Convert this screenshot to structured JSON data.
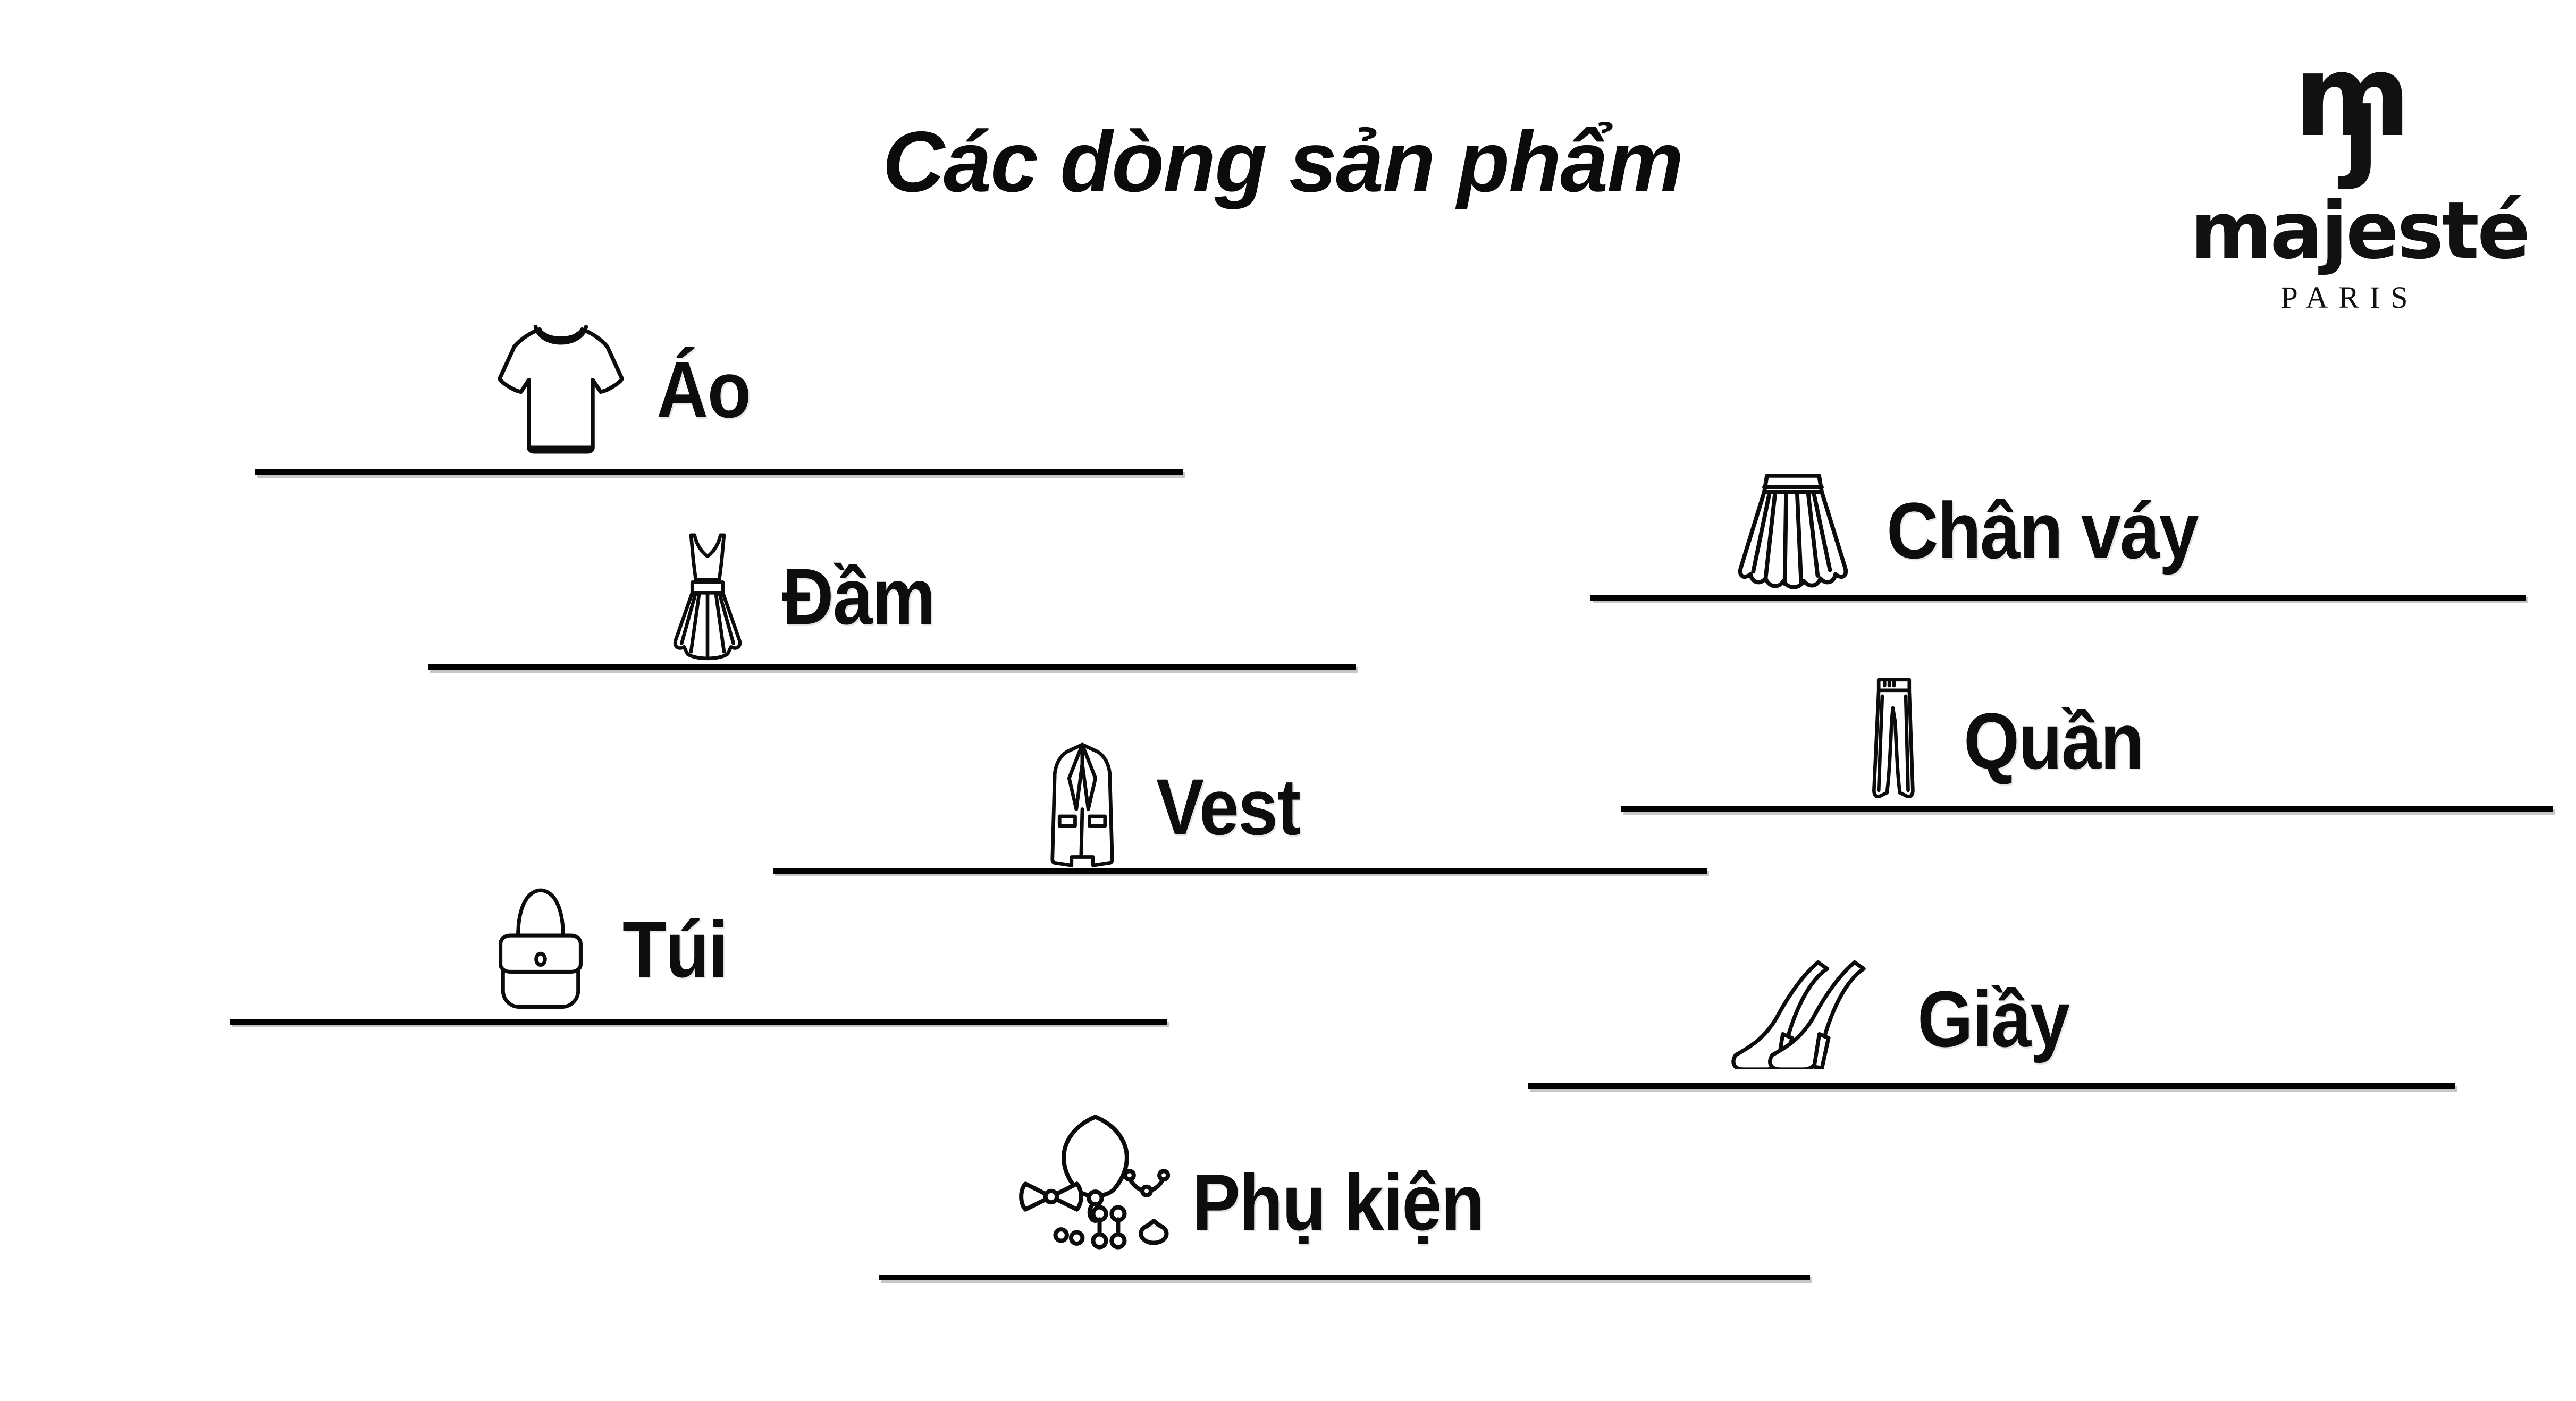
{
  "page": {
    "title": "Các dòng sản phẩm",
    "background_color": "#ffffff",
    "ink_color": "#000000"
  },
  "logo": {
    "monogram": "mj",
    "monogram_icon": "majeste-monogram-icon",
    "brand": "majesté",
    "city": "PARIS"
  },
  "categories": [
    {
      "label": "Áo",
      "icon": "tshirt-icon"
    },
    {
      "label": "Đầm",
      "icon": "dress-icon"
    },
    {
      "label": "Vest",
      "icon": "blazer-icon"
    },
    {
      "label": "Túi",
      "icon": "handbag-icon"
    },
    {
      "label": "Phụ kiện",
      "icon": "jewelry-icon"
    },
    {
      "label": "Chân váy",
      "icon": "skirt-icon"
    },
    {
      "label": "Quần",
      "icon": "pants-icon"
    },
    {
      "label": "Giầy",
      "icon": "heels-icon"
    }
  ]
}
